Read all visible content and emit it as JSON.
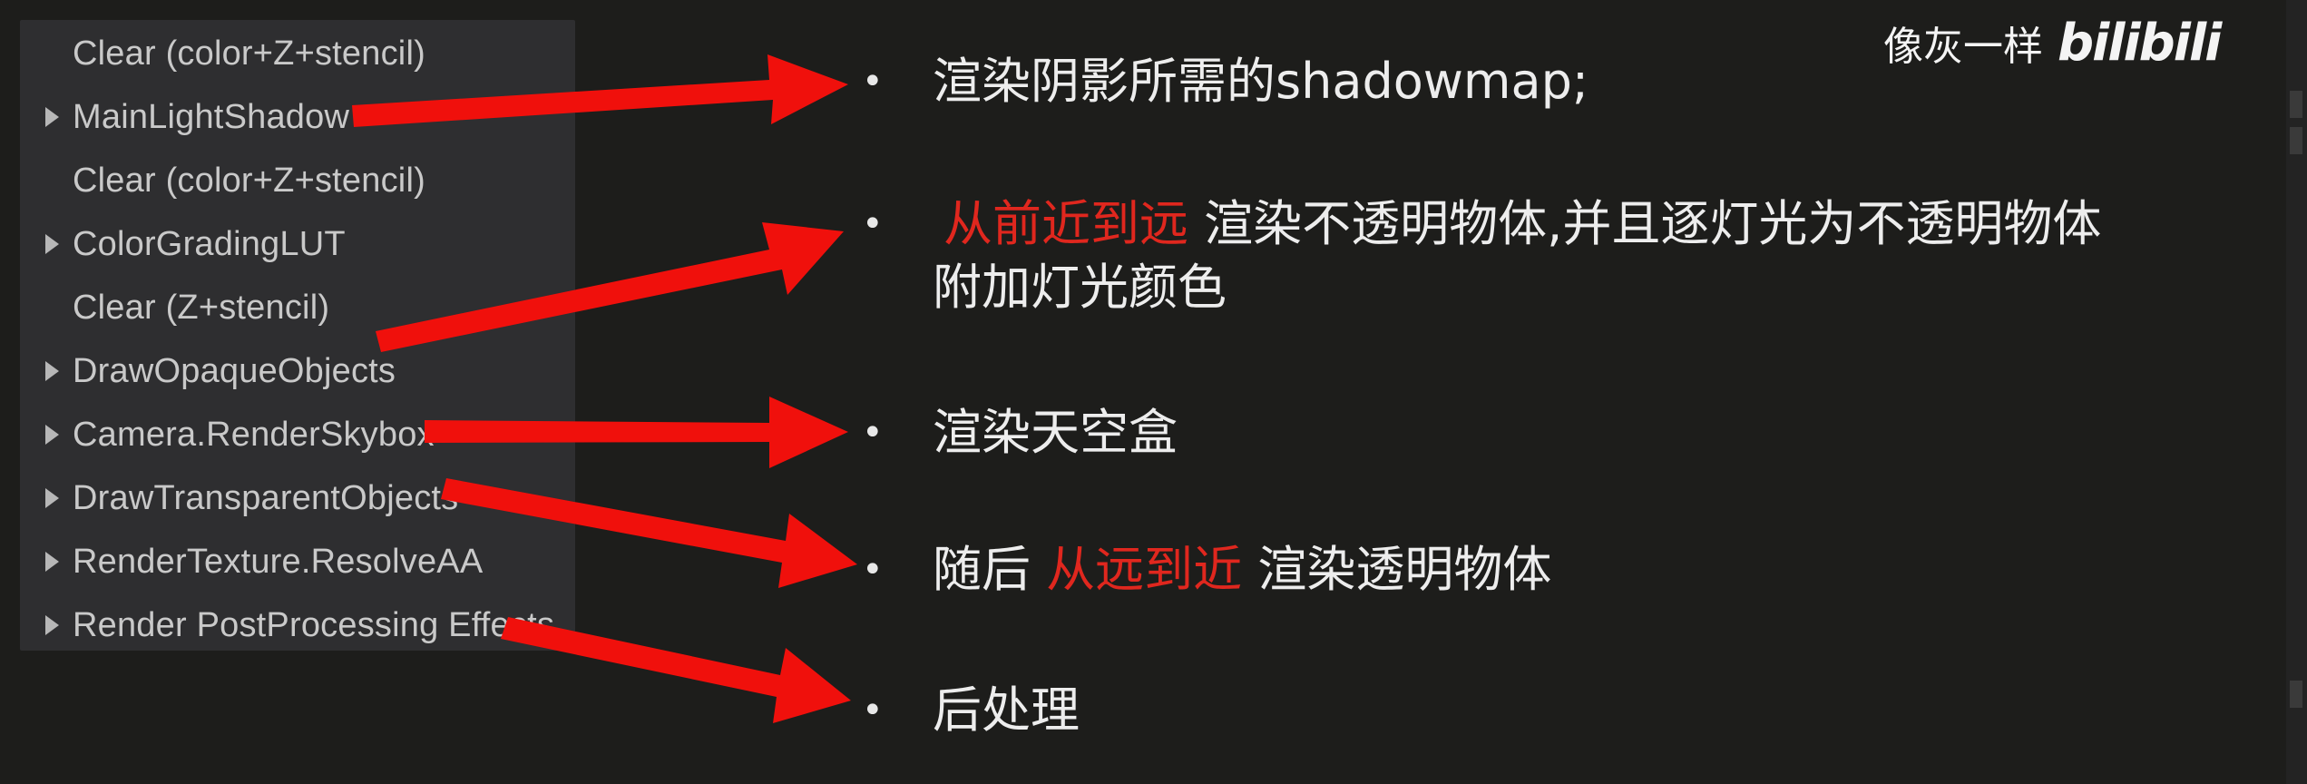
{
  "watermark": {
    "author": "像灰一样",
    "brand": "bilibili"
  },
  "frame_list": [
    {
      "label": "Clear (color+Z+stencil)",
      "expandable": false
    },
    {
      "label": "MainLightShadow",
      "expandable": true
    },
    {
      "label": "Clear (color+Z+stencil)",
      "expandable": false
    },
    {
      "label": "ColorGradingLUT",
      "expandable": true
    },
    {
      "label": "Clear (Z+stencil)",
      "expandable": false
    },
    {
      "label": "DrawOpaqueObjects",
      "expandable": true
    },
    {
      "label": "Camera.RenderSkybox",
      "expandable": true
    },
    {
      "label": "DrawTransparentObjects",
      "expandable": true
    },
    {
      "label": "RenderTexture.ResolveAA",
      "expandable": true
    },
    {
      "label": "Render PostProcessing Effects",
      "expandable": true
    }
  ],
  "notes": {
    "bullet": "•",
    "shadowmap": {
      "text": "渲染阴影所需的shadowmap;"
    },
    "opaque": {
      "highlight": "从前近到远",
      "text_line1": " 渲染不透明物体,并且逐灯光为不透明物体",
      "text_line2": "附加灯光颜色"
    },
    "skybox": {
      "text": "渲染天空盒"
    },
    "transparent": {
      "prefix": "随后 ",
      "highlight": "从远到近",
      "suffix": " 渲染透明物体"
    },
    "postprocess": {
      "text": "后处理"
    }
  },
  "colors": {
    "background": "#1d1d1b",
    "panel": "#2e2e30",
    "arrow": "#f0100c",
    "highlight": "#e0271e",
    "text": "#ededed"
  }
}
